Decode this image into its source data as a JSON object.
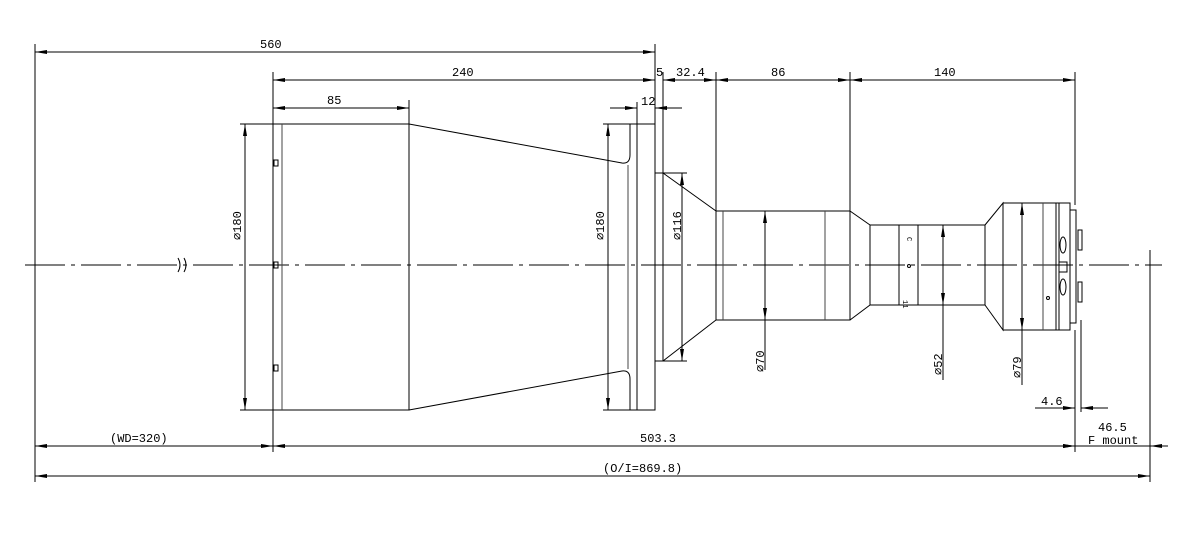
{
  "drawing": {
    "dimensions": {
      "overall_length": "560",
      "lens_length": "240",
      "front_cylinder": "85",
      "flange_width": "12",
      "flange_gap": "5",
      "cone_section": "32.4",
      "barrel_section": "86",
      "rear_section": "140",
      "front_diameter": "∅180",
      "flange_diameter": "∅180",
      "cone_diameter": "∅116",
      "barrel_diameter": "∅70",
      "focus_ring_diameter": "∅52",
      "rear_diameter": "∅79",
      "mount_offset": "4.6",
      "flange_back": "46.5",
      "mount_type": "F mount",
      "working_distance": "(WD=320)",
      "lens_total": "503.3",
      "object_to_image": "(O/I=869.8)"
    }
  }
}
